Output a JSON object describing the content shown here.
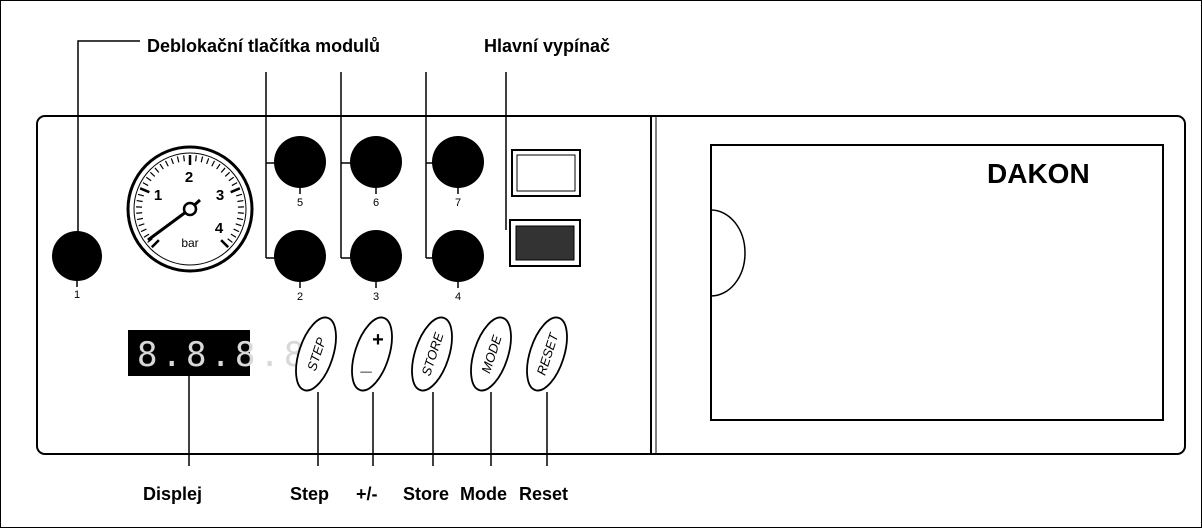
{
  "labels": {
    "unlock_buttons": "Deblokační tlačítka modulů",
    "main_switch": "Hlavní vypínač",
    "display": "Displej",
    "step": "Step",
    "plusminus": "+/-",
    "store": "Store",
    "mode": "Mode",
    "reset": "Reset"
  },
  "brand": "DAKON",
  "gauge": {
    "unit": "bar",
    "ticks": [
      "1",
      "2",
      "3",
      "4"
    ]
  },
  "display_text": "8.8.8.8.",
  "module_buttons": [
    "1",
    "2",
    "3",
    "4",
    "5",
    "6",
    "7"
  ],
  "panel_buttons": {
    "step": "STEP",
    "plus": "+",
    "minus": "_",
    "store": "STORE",
    "mode": "MODE",
    "reset": "RESET"
  }
}
